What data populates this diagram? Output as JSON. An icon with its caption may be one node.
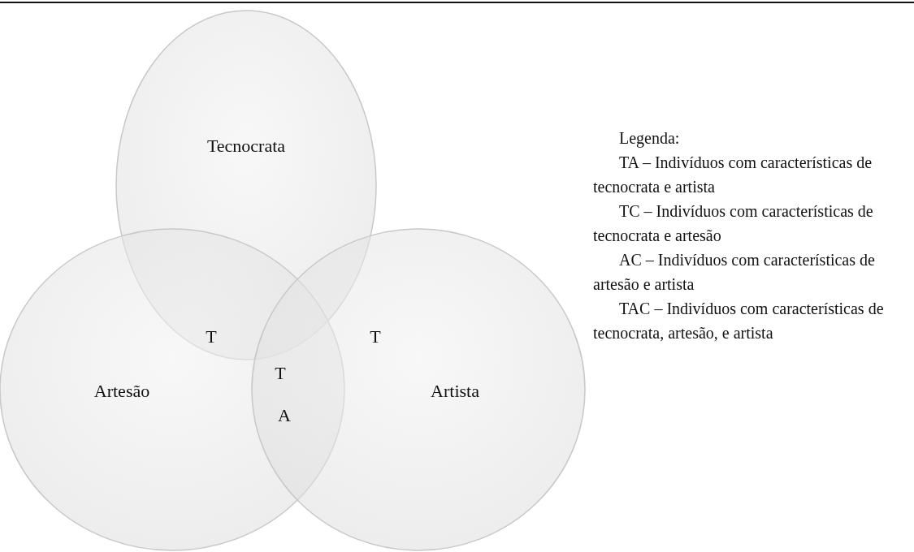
{
  "diagram": {
    "nodes": [
      {
        "text": [
          "Tecnocrata"
        ]
      },
      {
        "text": [
          "Artesão"
        ]
      },
      {
        "text": [
          "Artista"
        ]
      }
    ],
    "labels": [
      "T",
      "T",
      "T",
      "A",
      "Legenda:",
      "TA – Indivíduos com características de tecnocrata e artista",
      "TC – Indivíduos com características de tecnocrata e artesão",
      "AC – Indivíduos com características de artesão e artista",
      "TAC – Indivíduos com características de tecnocrata, artesão, e artista"
    ]
  }
}
